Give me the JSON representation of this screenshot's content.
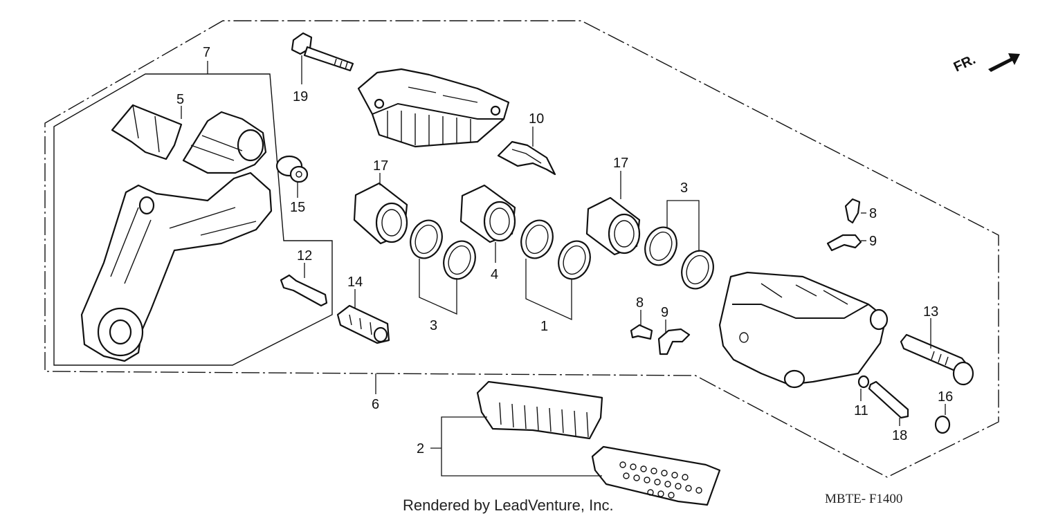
{
  "diagram": {
    "direction_label": "FR.",
    "diagram_code": "MBTE- F1400",
    "credit": "Rendered by LeadVenture, Inc.",
    "callouts": {
      "c7": "7",
      "c5": "5",
      "c15": "15",
      "c12": "12",
      "c14": "14",
      "c19": "19",
      "c17a": "17",
      "c3a": "3",
      "c4": "4",
      "c1": "1",
      "c10": "10",
      "c17b": "17",
      "c3b": "3",
      "c8a": "8",
      "c9a": "9",
      "c8b": "8",
      "c9b": "9",
      "c13": "13",
      "c11": "11",
      "c18": "18",
      "c16": "16",
      "c6": "6",
      "c2": "2"
    }
  }
}
